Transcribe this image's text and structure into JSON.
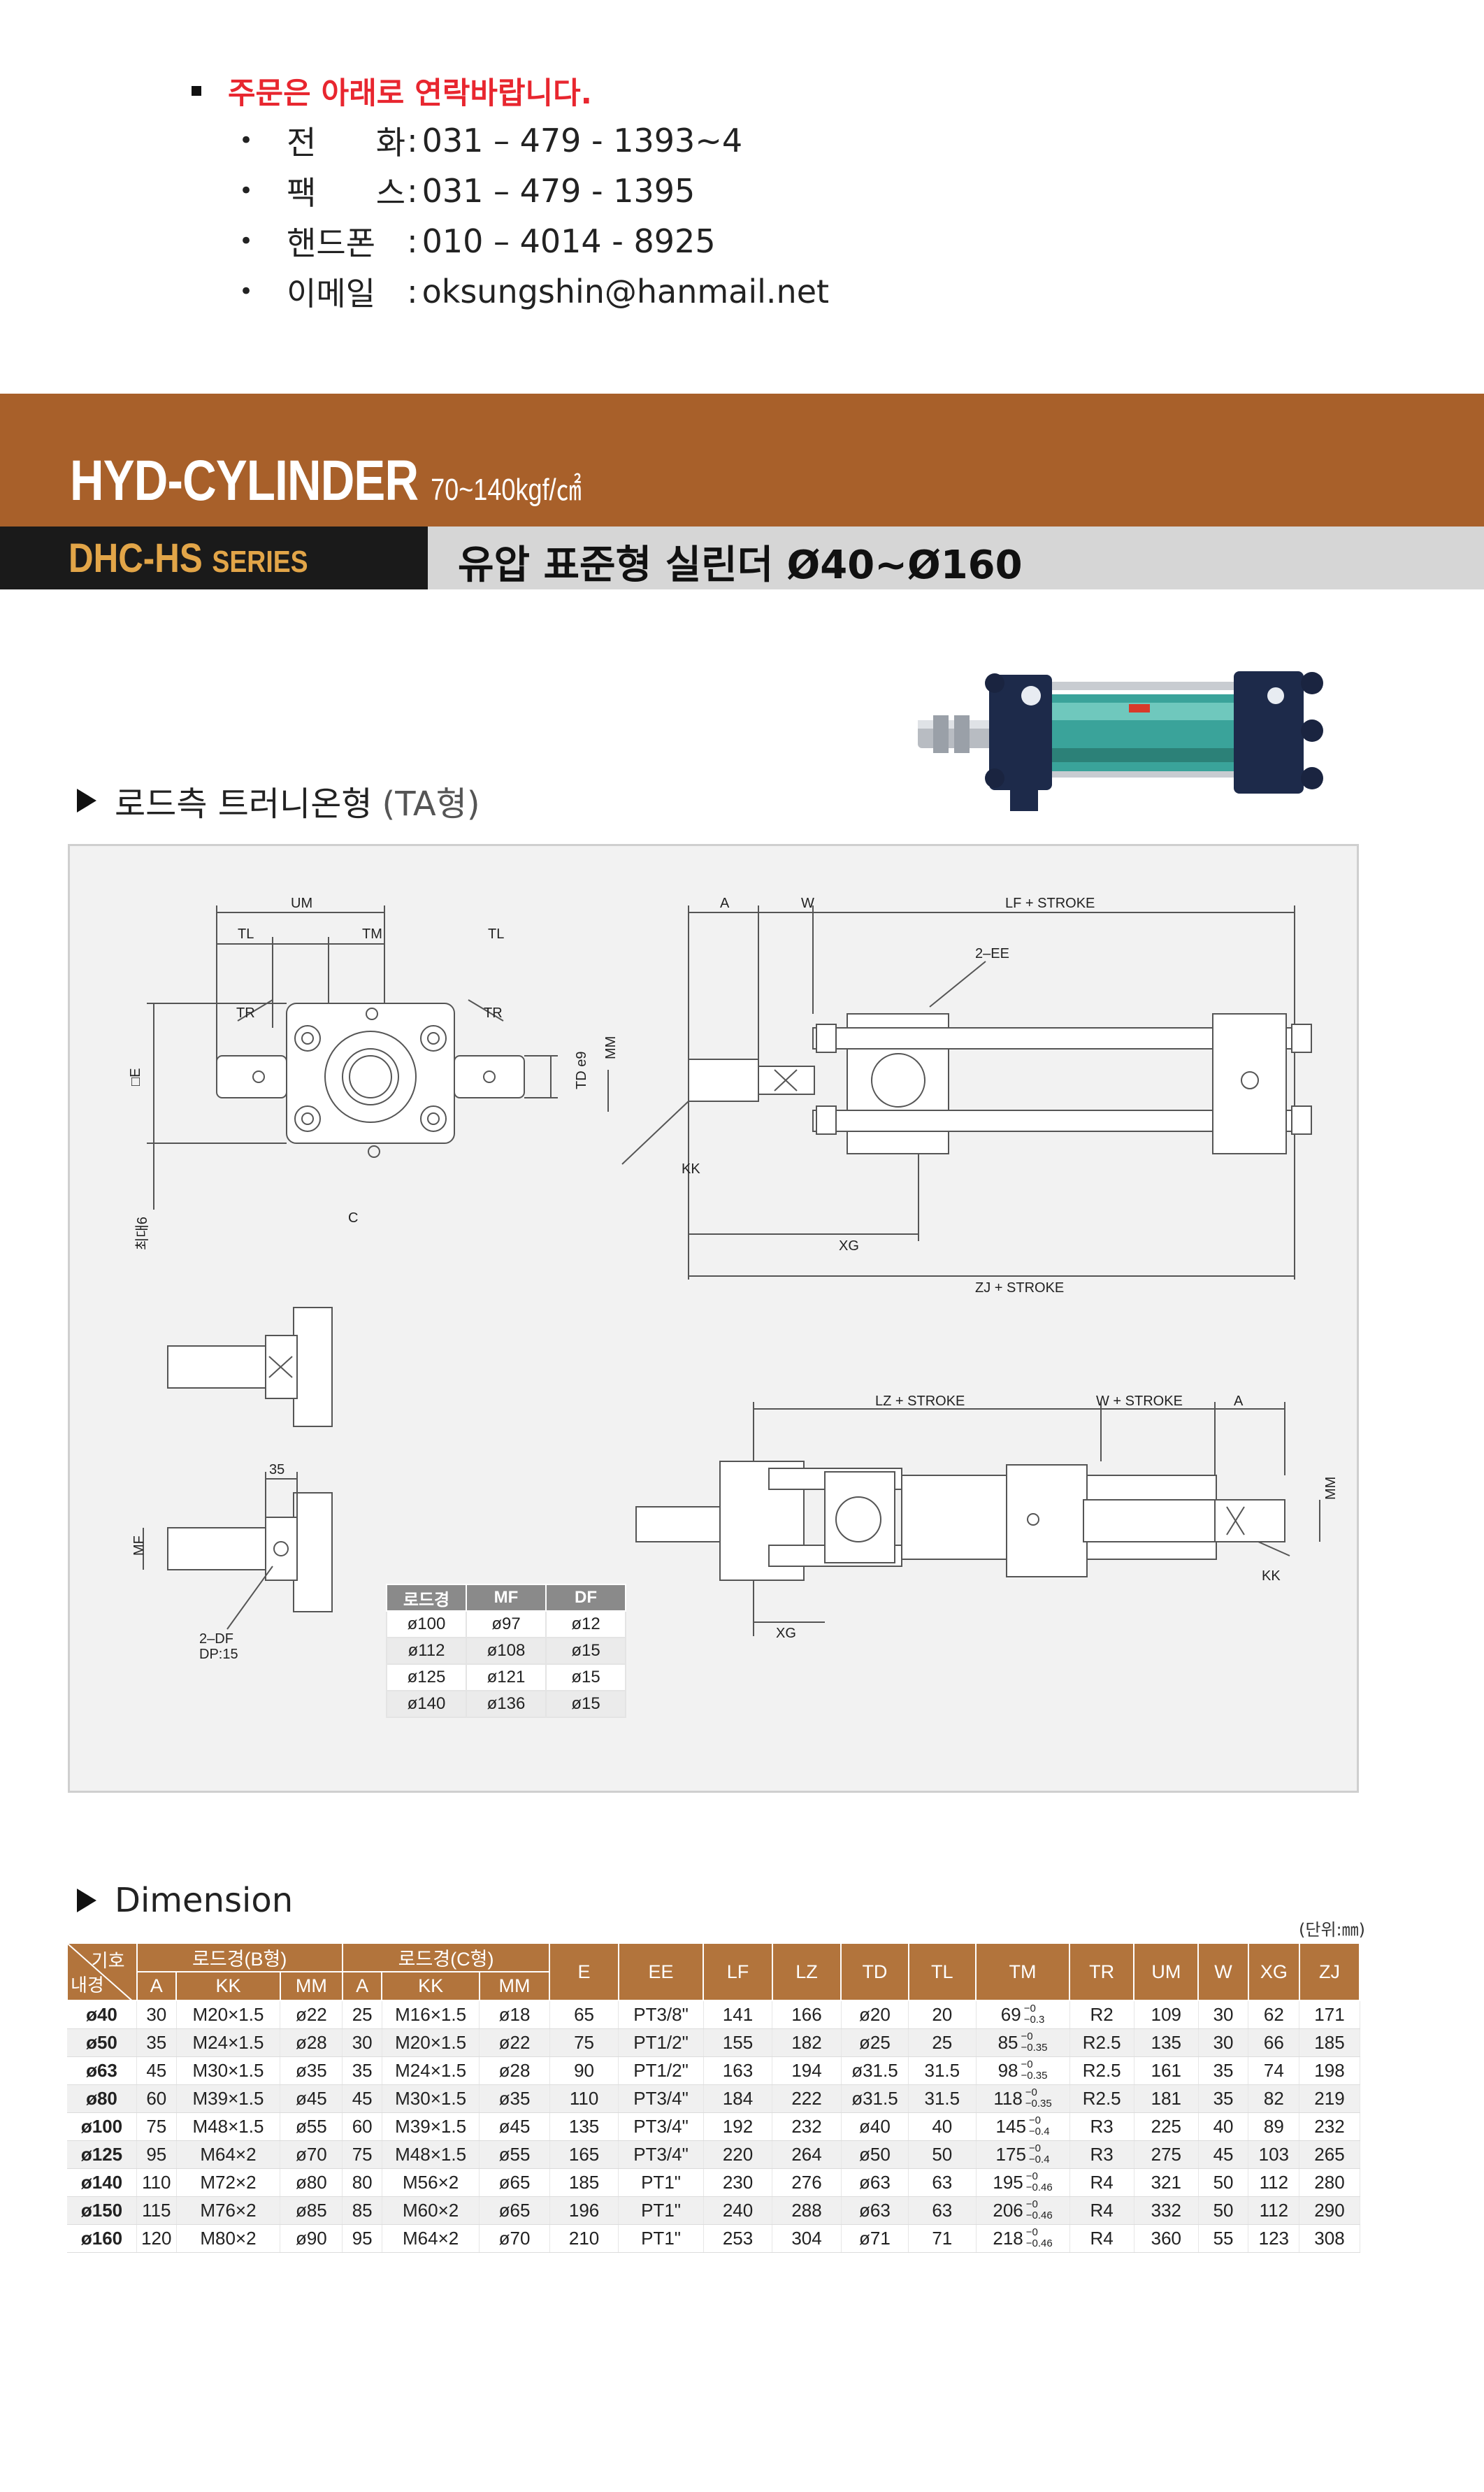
{
  "contact": {
    "heading": "주문은 아래로 연락바랍니다.",
    "rows": [
      {
        "label": "전 화",
        "value": "031 – 479 - 1393~4"
      },
      {
        "label": "팩 스",
        "value": "031 – 479 - 1395"
      },
      {
        "label": "핸드폰",
        "value": "010 – 4014 - 8925"
      },
      {
        "label": "이메일",
        "value": "oksungshin@hanmail.net"
      }
    ]
  },
  "banner": {
    "title": "HYD-CYLINDER",
    "pressure": "70~140kgf/㎠",
    "series_code": "DHC-HS",
    "series_word": "SERIES",
    "series_name": "유압 표준형 실린더 Ø40~Ø160"
  },
  "section_mount": {
    "title": "로드측 트러니온형",
    "suffix": "(TA형)"
  },
  "drawing_labels": {
    "um": "UM",
    "tl": "TL",
    "tm": "TM",
    "tr": "TR",
    "e": "□E",
    "tde9": "TD e9",
    "max6": "최대6",
    "c": "C",
    "a": "A",
    "w": "W",
    "lf": "LF + STROKE",
    "ee": "2–EE",
    "mm": "MM",
    "kk": "KK",
    "xg": "XG",
    "zj": "ZJ + STROKE",
    "lz": "LZ + STROKE",
    "wstroke": "W + STROKE",
    "n35": "35",
    "mf": "MF",
    "df": "2–DF",
    "dp": "DP:15"
  },
  "mf_table": {
    "headers": [
      "로드경",
      "MF",
      "DF"
    ],
    "rows": [
      [
        "ø100",
        "ø97",
        "ø12"
      ],
      [
        "ø112",
        "ø108",
        "ø15"
      ],
      [
        "ø125",
        "ø121",
        "ø15"
      ],
      [
        "ø140",
        "ø136",
        "ø15"
      ]
    ]
  },
  "section_dimension": {
    "title": "Dimension"
  },
  "unit": "(단위:㎜)",
  "dimension": {
    "corner_top": "기호",
    "corner_bottom": "내경",
    "group_b": "로드경(B형)",
    "group_c": "로드경(C형)",
    "sub_headers": [
      "A",
      "KK",
      "MM",
      "A",
      "KK",
      "MM"
    ],
    "headers": [
      "E",
      "EE",
      "LF",
      "LZ",
      "TD",
      "TL",
      "TM",
      "TR",
      "UM",
      "W",
      "XG",
      "ZJ"
    ],
    "rows": [
      {
        "bore": "ø40",
        "bA": "30",
        "bKK": "M20×1.5",
        "bMM": "ø22",
        "cA": "25",
        "cKK": "M16×1.5",
        "cMM": "ø18",
        "E": "65",
        "EE": "PT3/8\"",
        "LF": "141",
        "LZ": "166",
        "TD": "ø20",
        "TL": "20",
        "TM": "69",
        "TMt1": "−0",
        "TMt2": "−0.3",
        "TR": "R2",
        "UM": "109",
        "W": "30",
        "XG": "62",
        "ZJ": "171"
      },
      {
        "bore": "ø50",
        "bA": "35",
        "bKK": "M24×1.5",
        "bMM": "ø28",
        "cA": "30",
        "cKK": "M20×1.5",
        "cMM": "ø22",
        "E": "75",
        "EE": "PT1/2\"",
        "LF": "155",
        "LZ": "182",
        "TD": "ø25",
        "TL": "25",
        "TM": "85",
        "TMt1": "−0",
        "TMt2": "−0.35",
        "TR": "R2.5",
        "UM": "135",
        "W": "30",
        "XG": "66",
        "ZJ": "185"
      },
      {
        "bore": "ø63",
        "bA": "45",
        "bKK": "M30×1.5",
        "bMM": "ø35",
        "cA": "35",
        "cKK": "M24×1.5",
        "cMM": "ø28",
        "E": "90",
        "EE": "PT1/2\"",
        "LF": "163",
        "LZ": "194",
        "TD": "ø31.5",
        "TL": "31.5",
        "TM": "98",
        "TMt1": "−0",
        "TMt2": "−0.35",
        "TR": "R2.5",
        "UM": "161",
        "W": "35",
        "XG": "74",
        "ZJ": "198"
      },
      {
        "bore": "ø80",
        "bA": "60",
        "bKK": "M39×1.5",
        "bMM": "ø45",
        "cA": "45",
        "cKK": "M30×1.5",
        "cMM": "ø35",
        "E": "110",
        "EE": "PT3/4\"",
        "LF": "184",
        "LZ": "222",
        "TD": "ø31.5",
        "TL": "31.5",
        "TM": "118",
        "TMt1": "−0",
        "TMt2": "−0.35",
        "TR": "R2.5",
        "UM": "181",
        "W": "35",
        "XG": "82",
        "ZJ": "219"
      },
      {
        "bore": "ø100",
        "bA": "75",
        "bKK": "M48×1.5",
        "bMM": "ø55",
        "cA": "60",
        "cKK": "M39×1.5",
        "cMM": "ø45",
        "E": "135",
        "EE": "PT3/4\"",
        "LF": "192",
        "LZ": "232",
        "TD": "ø40",
        "TL": "40",
        "TM": "145",
        "TMt1": "−0",
        "TMt2": "−0.4",
        "TR": "R3",
        "UM": "225",
        "W": "40",
        "XG": "89",
        "ZJ": "232"
      },
      {
        "bore": "ø125",
        "bA": "95",
        "bKK": "M64×2",
        "bMM": "ø70",
        "cA": "75",
        "cKK": "M48×1.5",
        "cMM": "ø55",
        "E": "165",
        "EE": "PT3/4\"",
        "LF": "220",
        "LZ": "264",
        "TD": "ø50",
        "TL": "50",
        "TM": "175",
        "TMt1": "−0",
        "TMt2": "−0.4",
        "TR": "R3",
        "UM": "275",
        "W": "45",
        "XG": "103",
        "ZJ": "265"
      },
      {
        "bore": "ø140",
        "bA": "110",
        "bKK": "M72×2",
        "bMM": "ø80",
        "cA": "80",
        "cKK": "M56×2",
        "cMM": "ø65",
        "E": "185",
        "EE": "PT1\"",
        "LF": "230",
        "LZ": "276",
        "TD": "ø63",
        "TL": "63",
        "TM": "195",
        "TMt1": "−0",
        "TMt2": "−0.46",
        "TR": "R4",
        "UM": "321",
        "W": "50",
        "XG": "112",
        "ZJ": "280"
      },
      {
        "bore": "ø150",
        "bA": "115",
        "bKK": "M76×2",
        "bMM": "ø85",
        "cA": "85",
        "cKK": "M60×2",
        "cMM": "ø65",
        "E": "196",
        "EE": "PT1\"",
        "LF": "240",
        "LZ": "288",
        "TD": "ø63",
        "TL": "63",
        "TM": "206",
        "TMt1": "−0",
        "TMt2": "−0.46",
        "TR": "R4",
        "UM": "332",
        "W": "50",
        "XG": "112",
        "ZJ": "290"
      },
      {
        "bore": "ø160",
        "bA": "120",
        "bKK": "M80×2",
        "bMM": "ø90",
        "cA": "95",
        "cKK": "M64×2",
        "cMM": "ø70",
        "E": "210",
        "EE": "PT1\"",
        "LF": "253",
        "LZ": "304",
        "TD": "ø71",
        "TL": "71",
        "TM": "218",
        "TMt1": "−0",
        "TMt2": "−0.46",
        "TR": "R4",
        "UM": "360",
        "W": "55",
        "XG": "123",
        "ZJ": "308"
      }
    ]
  }
}
